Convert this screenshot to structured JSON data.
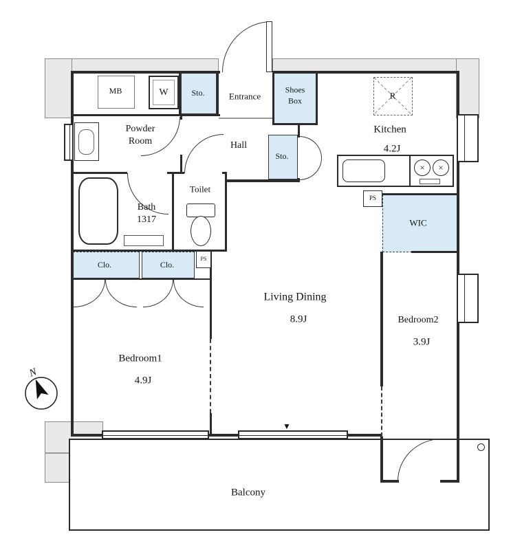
{
  "colors": {
    "highlight_blue": "#d8eaf6",
    "structure_gray": "#e9e9e9",
    "wall": "#2b2b2b"
  },
  "labels": {
    "mb": "MB",
    "washer": "W",
    "sto_top": "Sto.",
    "entrance": "Entrance",
    "shoes_box": "Shoes\nBox",
    "kitchen": "Kitchen",
    "kitchen_size": "4.2J",
    "fridge": "R",
    "powder_room": "Powder\nRoom",
    "hall": "Hall",
    "sto_hall": "Sto.",
    "bath": "Bath\n1317",
    "toilet": "Toilet",
    "ps_kitchen": "PS",
    "ps_closet": "PS",
    "wic": "WIC",
    "clo_left": "Clo.",
    "clo_right": "Clo.",
    "living_dining": "Living Dining",
    "living_dining_size": "8.9J",
    "bedroom1": "Bedroom1",
    "bedroom1_size": "4.9J",
    "bedroom2": "Bedroom2",
    "bedroom2_size": "3.9J",
    "balcony": "Balcony",
    "compass_n": "N",
    "door_marker": "▼",
    "burner_icon": "×"
  }
}
